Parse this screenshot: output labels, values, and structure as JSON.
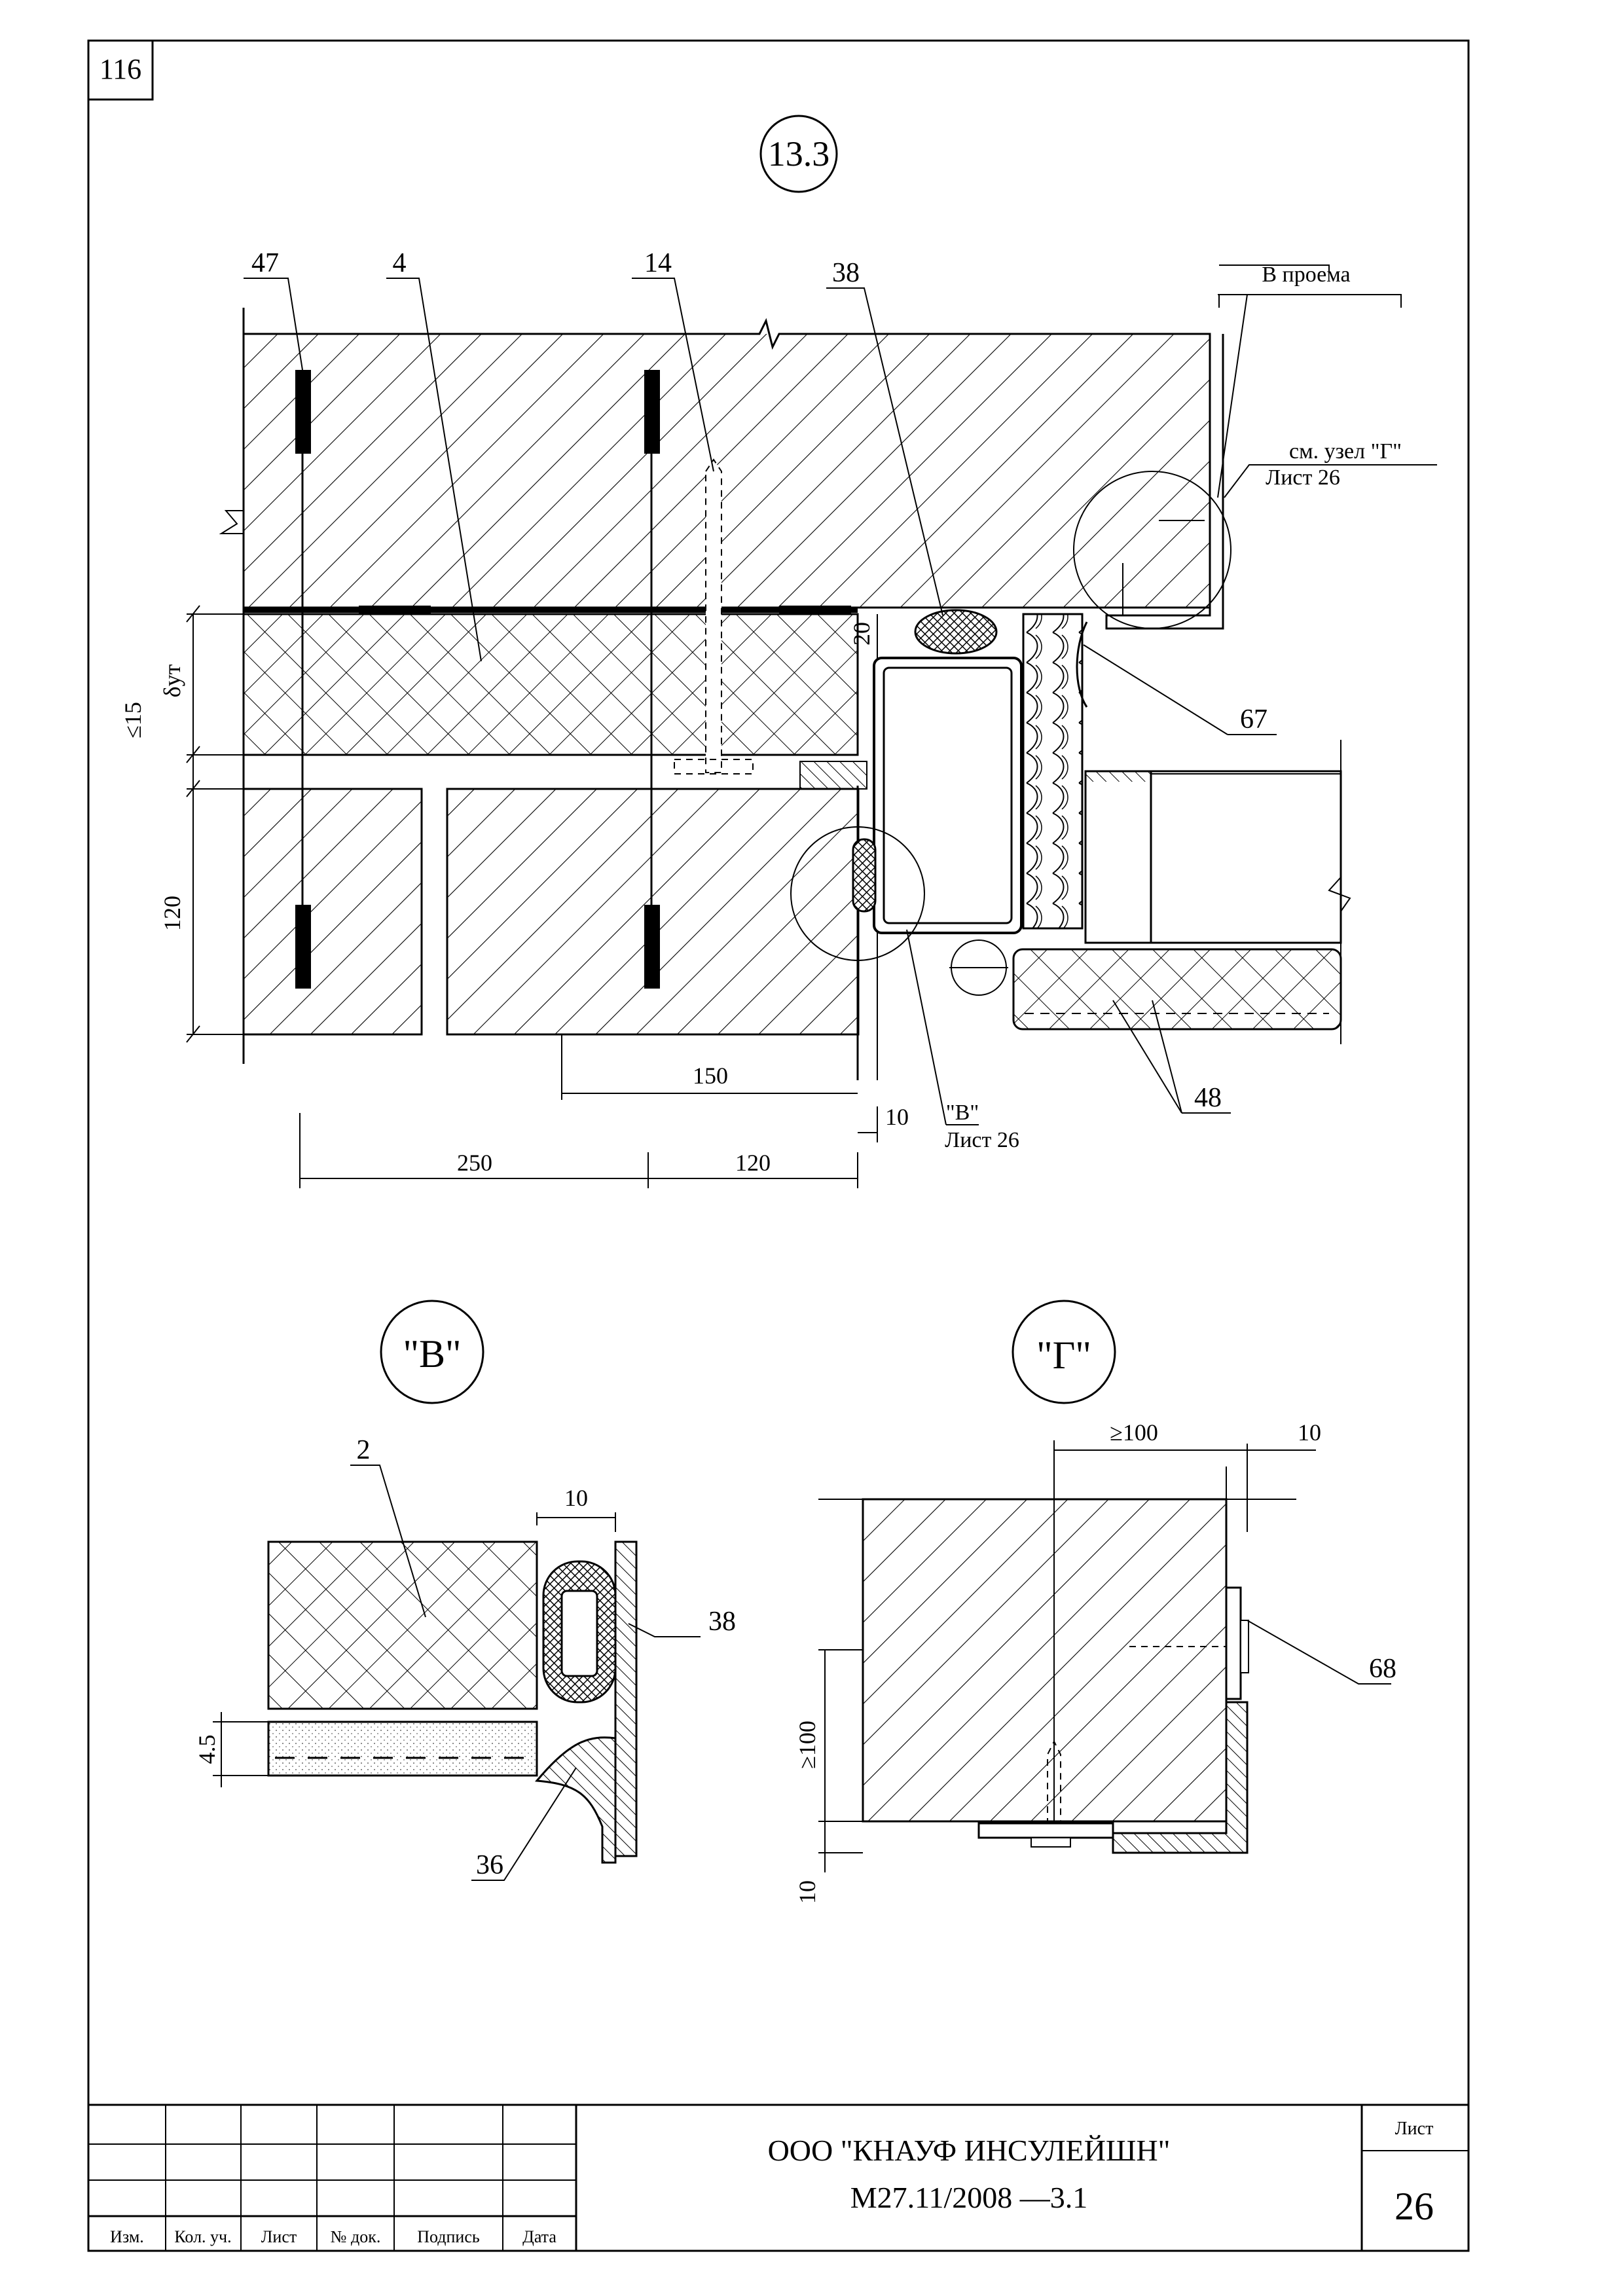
{
  "page_number_corner": "116",
  "section_mark": "13.3",
  "main_detail": {
    "callouts": {
      "c47": "47",
      "c4": "4",
      "c14": "14",
      "c38": "38",
      "c67": "67",
      "c48": "48"
    },
    "opening_label": "В проема",
    "ref_g_line1": "см. узел \"Г\"",
    "ref_g_line2": "Лист 26",
    "ref_v_line1": "\"В\"",
    "ref_v_line2": "Лист 26",
    "dims": {
      "d20": "20",
      "d_ut": "δут",
      "d15": "≤15",
      "d120_v": "120",
      "d150": "150",
      "d10": "10",
      "d250": "250",
      "d120_h": "120"
    }
  },
  "detail_v": {
    "title": "\"В\"",
    "c2": "2",
    "c38": "38",
    "c36": "36",
    "d10": "10",
    "d45": "4.5"
  },
  "detail_g": {
    "title": "\"Г\"",
    "d100_top": "≥100",
    "d10_top": "10",
    "d100_side": "≥100",
    "d10_side": "10",
    "c68": "68"
  },
  "title_block": {
    "cols": [
      "Изм.",
      "Кол. уч.",
      "Лист",
      "№ док.",
      "Подпись",
      "Дата"
    ],
    "company": "ООО \"КНАУФ ИНСУЛЕЙШН\"",
    "doc_code": "М27.11/2008 —3.1",
    "sheet_label": "Лист",
    "sheet_number": "26"
  }
}
